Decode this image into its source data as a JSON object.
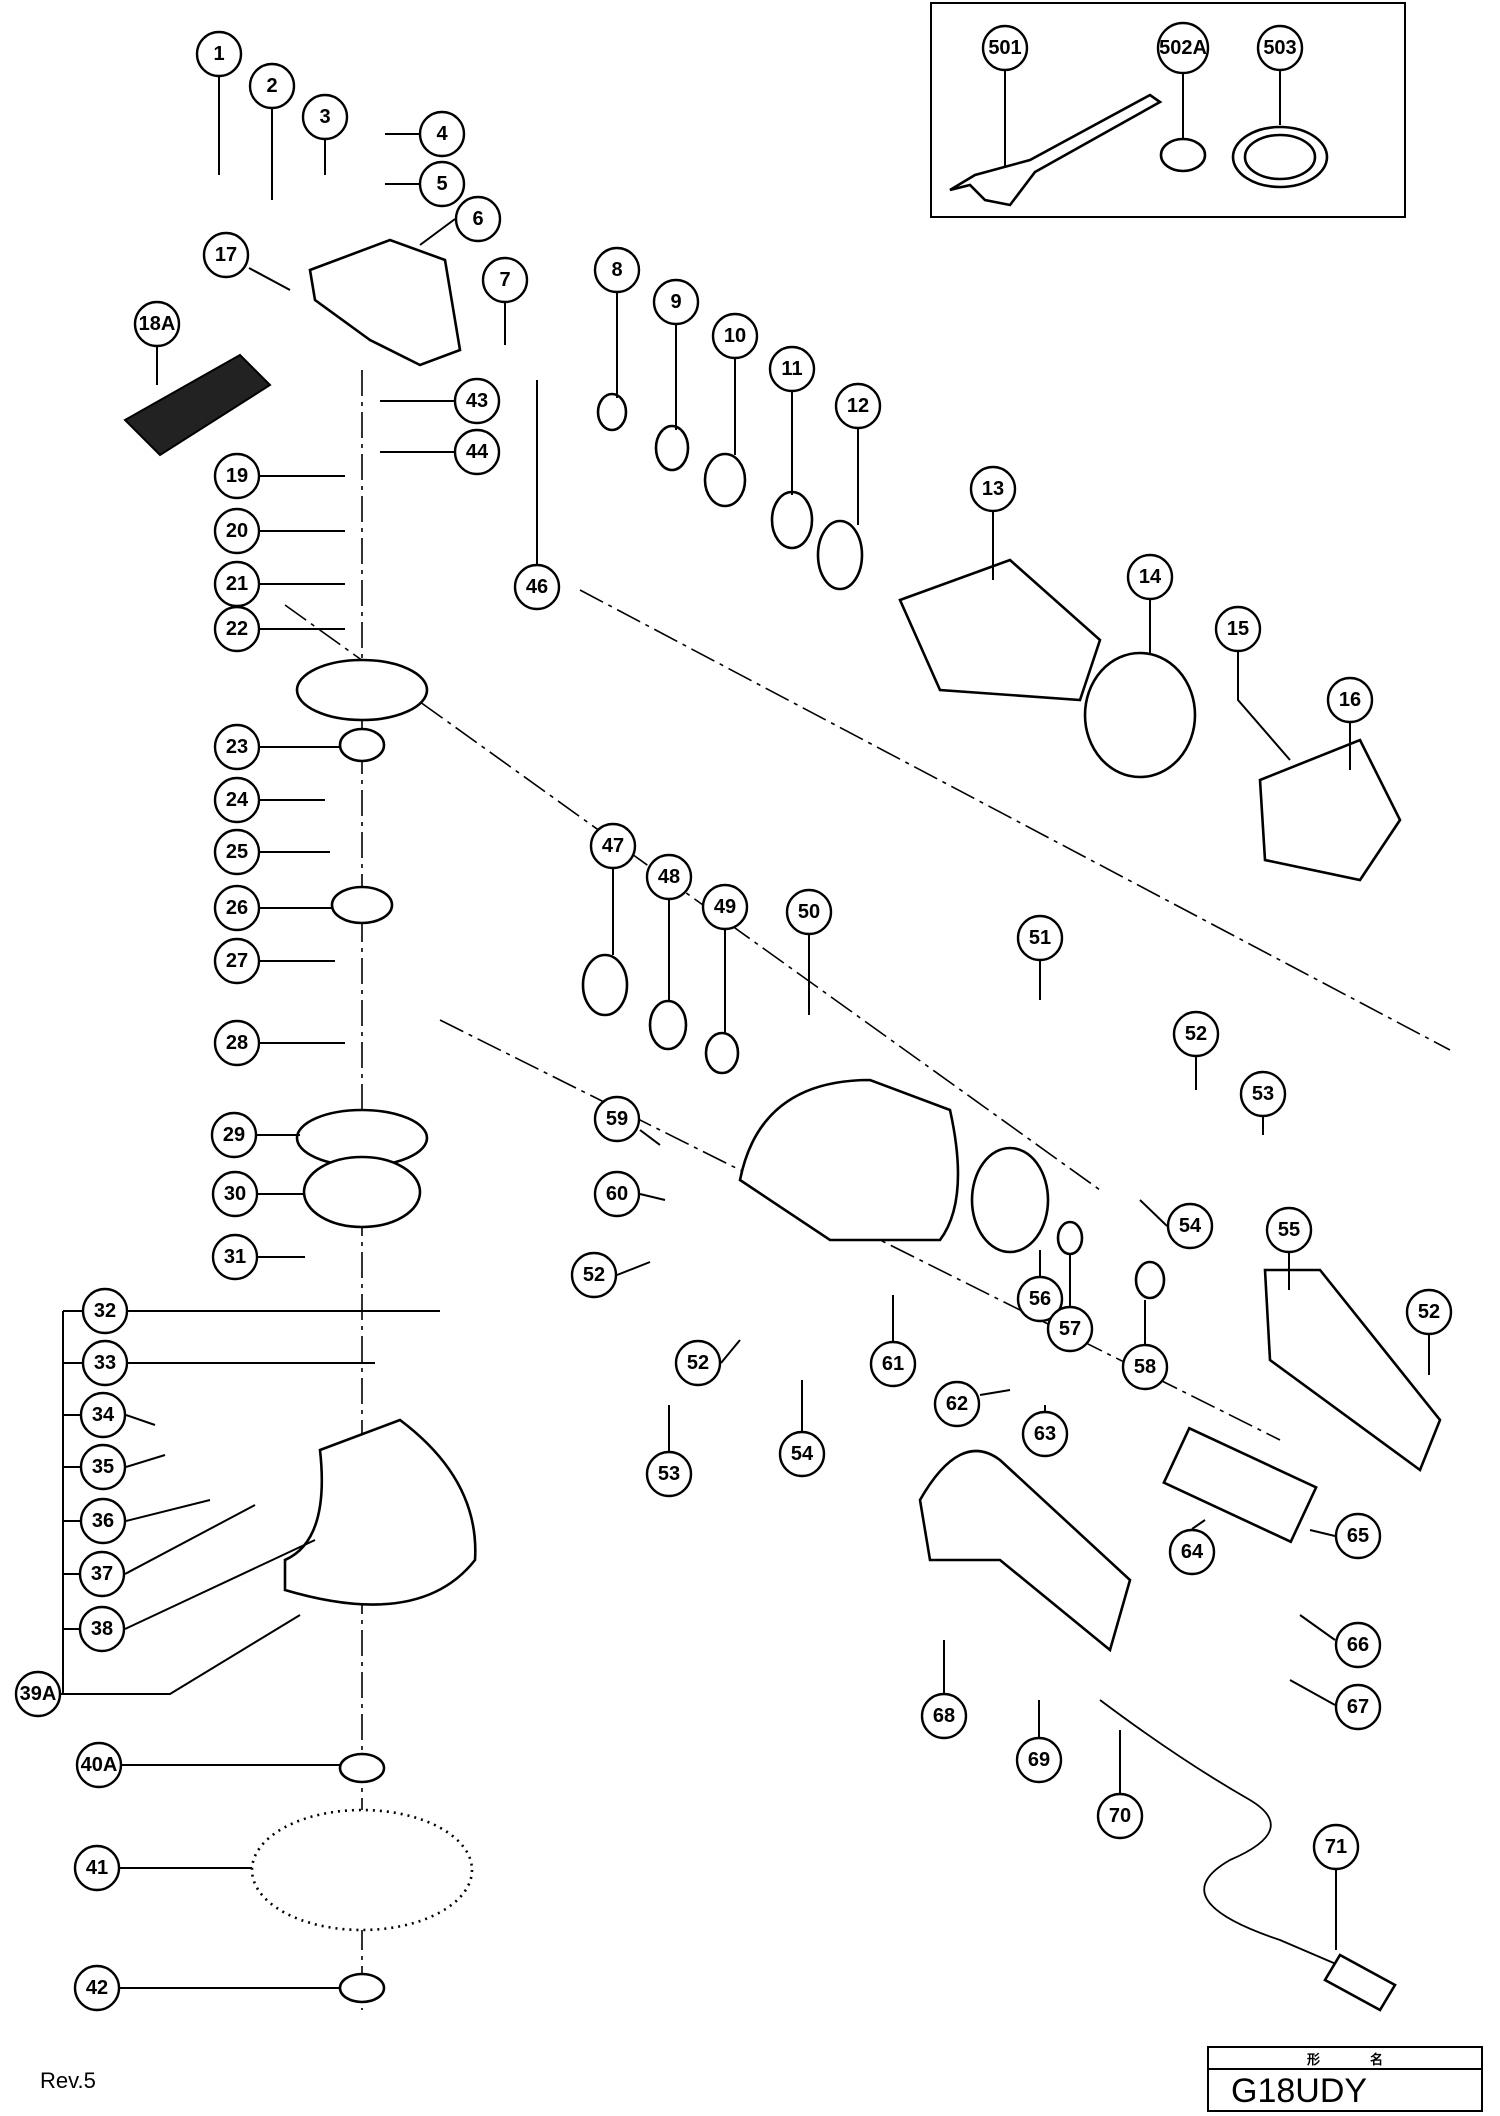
{
  "document": {
    "type": "exploded parts diagram",
    "revision": "Rev.5",
    "model_header": [
      "形",
      "名"
    ],
    "model_name": "G18UDY"
  },
  "accessories": [
    {
      "id": "501",
      "part": "wrench"
    },
    {
      "id": "502A",
      "part": "wheel-nut"
    },
    {
      "id": "503",
      "part": "flange-disc"
    }
  ],
  "callouts": [
    {
      "id": "1"
    },
    {
      "id": "2"
    },
    {
      "id": "3"
    },
    {
      "id": "4"
    },
    {
      "id": "5"
    },
    {
      "id": "6"
    },
    {
      "id": "7"
    },
    {
      "id": "8"
    },
    {
      "id": "9"
    },
    {
      "id": "10"
    },
    {
      "id": "11"
    },
    {
      "id": "12"
    },
    {
      "id": "13"
    },
    {
      "id": "14"
    },
    {
      "id": "15"
    },
    {
      "id": "16"
    },
    {
      "id": "17"
    },
    {
      "id": "18A"
    },
    {
      "id": "19"
    },
    {
      "id": "20"
    },
    {
      "id": "21"
    },
    {
      "id": "22"
    },
    {
      "id": "23"
    },
    {
      "id": "24"
    },
    {
      "id": "25"
    },
    {
      "id": "26"
    },
    {
      "id": "27"
    },
    {
      "id": "28"
    },
    {
      "id": "29"
    },
    {
      "id": "30"
    },
    {
      "id": "31"
    },
    {
      "id": "32"
    },
    {
      "id": "33"
    },
    {
      "id": "34"
    },
    {
      "id": "35"
    },
    {
      "id": "36"
    },
    {
      "id": "37"
    },
    {
      "id": "38"
    },
    {
      "id": "39A"
    },
    {
      "id": "40A"
    },
    {
      "id": "41"
    },
    {
      "id": "42"
    },
    {
      "id": "43"
    },
    {
      "id": "44"
    },
    {
      "id": "46"
    },
    {
      "id": "47"
    },
    {
      "id": "48"
    },
    {
      "id": "49"
    },
    {
      "id": "50"
    },
    {
      "id": "51"
    },
    {
      "id": "52"
    },
    {
      "id": "52"
    },
    {
      "id": "52"
    },
    {
      "id": "52"
    },
    {
      "id": "53"
    },
    {
      "id": "53"
    },
    {
      "id": "54"
    },
    {
      "id": "54"
    },
    {
      "id": "55"
    },
    {
      "id": "56"
    },
    {
      "id": "57"
    },
    {
      "id": "58"
    },
    {
      "id": "59"
    },
    {
      "id": "60"
    },
    {
      "id": "61"
    },
    {
      "id": "62"
    },
    {
      "id": "63"
    },
    {
      "id": "64"
    },
    {
      "id": "65"
    },
    {
      "id": "66"
    },
    {
      "id": "67"
    },
    {
      "id": "68"
    },
    {
      "id": "69"
    },
    {
      "id": "70"
    },
    {
      "id": "71"
    }
  ]
}
